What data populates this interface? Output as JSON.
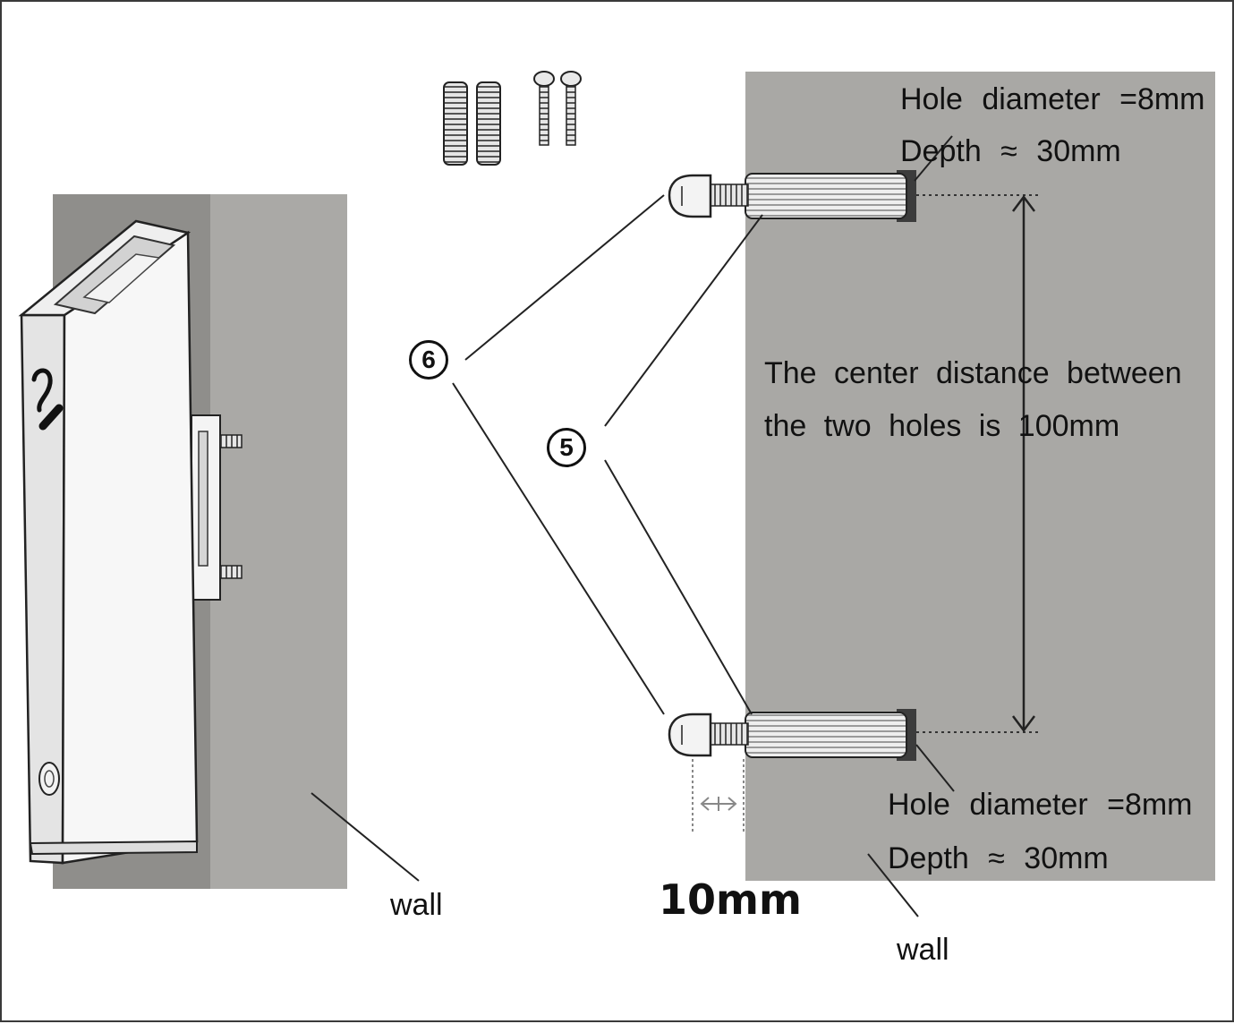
{
  "diagram": {
    "callouts": {
      "screw": "6",
      "anchor": "5"
    },
    "top_hole": {
      "diameter": "Hole  diameter  =8mm",
      "depth": "Depth  ≈  30mm"
    },
    "bottom_hole": {
      "diameter": "Hole  diameter  =8mm",
      "depth": "Depth  ≈  30mm"
    },
    "center_distance": {
      "line1": "The  center  distance  between",
      "line2": "the  two  holes  is  100mm"
    },
    "gap_measure": "10mm",
    "wall_labels": {
      "left": "wall",
      "right": "wall"
    },
    "device_icon": "number-2-logo-icon",
    "colors": {
      "wall": "#a9a8a5",
      "wall_dark": "#8f8e8b",
      "line": "#222222",
      "device": "#f6f6f6"
    }
  }
}
